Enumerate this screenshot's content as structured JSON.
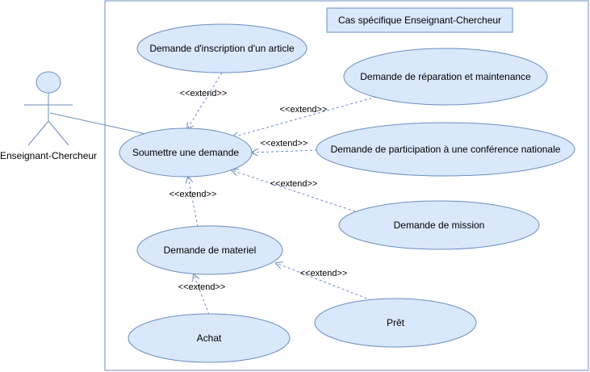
{
  "diagram": {
    "title": "Cas spécifique Enseignant-Chercheur",
    "actor": {
      "name": "Enseignant-Chercheur"
    },
    "use_cases": {
      "inscription": "Demande d'inscription d'un article",
      "reparation": "Demande de réparation et maintenance",
      "soumettre": "Soumettre une demande",
      "conference": "Demande de participation à une conférence nationale",
      "mission": "Demande de mission",
      "materiel": "Demande de materiel",
      "achat": "Achat",
      "pret": "Prêt"
    },
    "relations": {
      "ext1": "<<extend>>",
      "ext2": "<<extend>>",
      "ext3": "<<extend>>",
      "ext4": "<<extend>>",
      "ext5": "<<extend>>",
      "ext6": "<<extend>>",
      "ext7": "<<extend>>"
    },
    "colors": {
      "ellipse_fill": "#dae8fc",
      "ellipse_stroke": "#6c8ebf",
      "line": "#6c8ebf",
      "system_border": "#6c8ebf"
    }
  }
}
